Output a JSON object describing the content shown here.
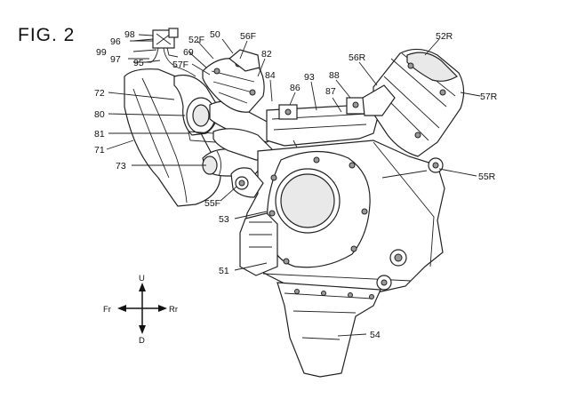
{
  "figure": {
    "title": "FIG. 2",
    "labels": [
      {
        "id": "98",
        "text": "98"
      },
      {
        "id": "96",
        "text": "96"
      },
      {
        "id": "99",
        "text": "99"
      },
      {
        "id": "97",
        "text": "97"
      },
      {
        "id": "95",
        "text": "95"
      },
      {
        "id": "69",
        "text": "69"
      },
      {
        "id": "52F",
        "text": "52F"
      },
      {
        "id": "50",
        "text": "50"
      },
      {
        "id": "57F",
        "text": "57F"
      },
      {
        "id": "56F",
        "text": "56F"
      },
      {
        "id": "82",
        "text": "82"
      },
      {
        "id": "84",
        "text": "84"
      },
      {
        "id": "86",
        "text": "86"
      },
      {
        "id": "93",
        "text": "93"
      },
      {
        "id": "87",
        "text": "87"
      },
      {
        "id": "88",
        "text": "88"
      },
      {
        "id": "56R",
        "text": "56R"
      },
      {
        "id": "52R",
        "text": "52R"
      },
      {
        "id": "57R",
        "text": "57R"
      },
      {
        "id": "55R",
        "text": "55R"
      },
      {
        "id": "72",
        "text": "72"
      },
      {
        "id": "80",
        "text": "80"
      },
      {
        "id": "81",
        "text": "81"
      },
      {
        "id": "71",
        "text": "71"
      },
      {
        "id": "73",
        "text": "73"
      },
      {
        "id": "55F",
        "text": "55F"
      },
      {
        "id": "53",
        "text": "53"
      },
      {
        "id": "51",
        "text": "51"
      },
      {
        "id": "54",
        "text": "54"
      }
    ],
    "directions": {
      "up": "U",
      "down": "D",
      "front": "Fr",
      "rear": "Rr"
    }
  }
}
